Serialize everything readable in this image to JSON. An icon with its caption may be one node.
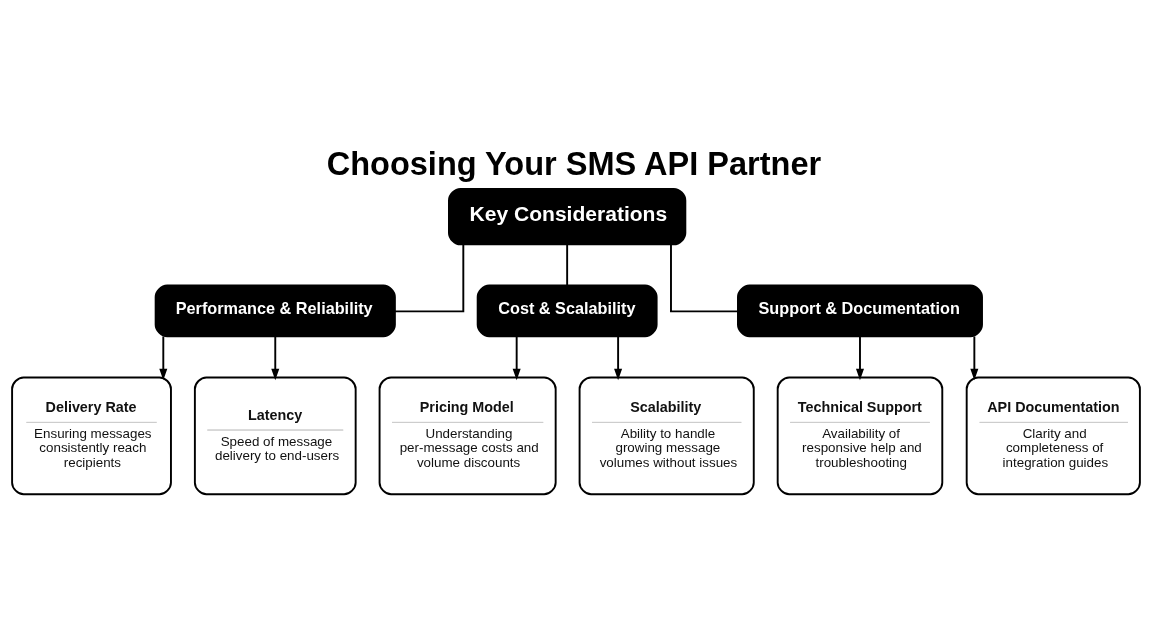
{
  "diagram": {
    "title": "Choosing Your SMS API Partner",
    "nodes": [
      {
        "text": [
          "Key Considerations"
        ]
      },
      {
        "text": [
          "Performance & Reliability"
        ]
      },
      {
        "text": [
          "Cost & Scalability"
        ]
      },
      {
        "text": [
          "Support & Documentation"
        ]
      },
      {
        "text": [
          "Delivery Rate",
          "Ensuring messages consistently reach recipients"
        ]
      },
      {
        "text": [
          "Latency",
          "Speed of message delivery to end-users"
        ]
      },
      {
        "text": [
          "Pricing Model",
          "Understanding per-message costs and volume discounts"
        ]
      },
      {
        "text": [
          "Scalability",
          "Ability to handle growing message volumes without issues"
        ]
      },
      {
        "text": [
          "Technical Support",
          "Availability of responsive help and troubleshooting"
        ]
      },
      {
        "text": [
          "API Documentation",
          "Clarity and completeness of integration guides"
        ]
      }
    ],
    "edges": [
      {
        "from": 0,
        "to": 1,
        "arrow": "none"
      },
      {
        "from": 0,
        "to": 2,
        "arrow": "none"
      },
      {
        "from": 0,
        "to": 3,
        "arrow": "none"
      },
      {
        "from": 1,
        "to": 4,
        "arrow": "to"
      },
      {
        "from": 1,
        "to": 5,
        "arrow": "to"
      },
      {
        "from": 2,
        "to": 6,
        "arrow": "to"
      },
      {
        "from": 2,
        "to": 7,
        "arrow": "to"
      },
      {
        "from": 3,
        "to": 8,
        "arrow": "to"
      },
      {
        "from": 3,
        "to": 9,
        "arrow": "to"
      }
    ]
  }
}
